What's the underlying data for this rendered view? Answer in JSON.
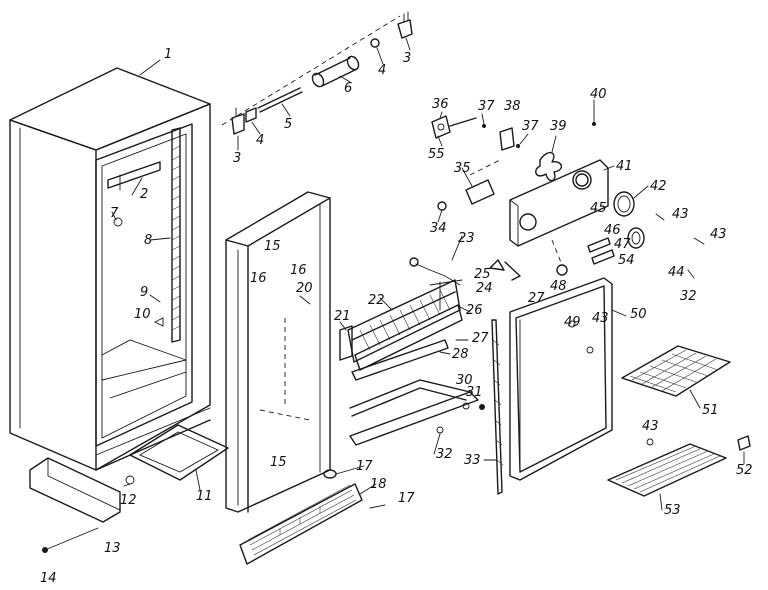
{
  "part_numbers": {
    "p1": "1",
    "p2": "2",
    "p3a": "3",
    "p3b": "3",
    "p4a": "4",
    "p4b": "4",
    "p5": "5",
    "p6": "6",
    "p7": "7",
    "p8": "8",
    "p9": "9",
    "p10": "10",
    "p11": "11",
    "p12": "12",
    "p13": "13",
    "p14": "14",
    "p15a": "15",
    "p15b": "15",
    "p16a": "16",
    "p16b": "16",
    "p17a": "17",
    "p17b": "17",
    "p18": "18",
    "p20": "20",
    "p21": "21",
    "p22": "22",
    "p23": "23",
    "p24": "24",
    "p25": "25",
    "p26": "26",
    "p27a": "27",
    "p27b": "27",
    "p28": "28",
    "p30": "30",
    "p31": "31",
    "p32a": "32",
    "p32b": "32",
    "p33": "33",
    "p34": "34",
    "p35": "35",
    "p36": "36",
    "p37a": "37",
    "p37b": "37",
    "p38": "38",
    "p39": "39",
    "p40": "40",
    "p41": "41",
    "p42": "42",
    "p43a": "43",
    "p43b": "43",
    "p43c": "43",
    "p43d": "43",
    "p44": "44",
    "p45": "45",
    "p46": "46",
    "p47": "47",
    "p48": "48",
    "p49": "49",
    "p50": "50",
    "p51": "51",
    "p52": "52",
    "p53": "53",
    "p54": "54",
    "p55": "55"
  }
}
